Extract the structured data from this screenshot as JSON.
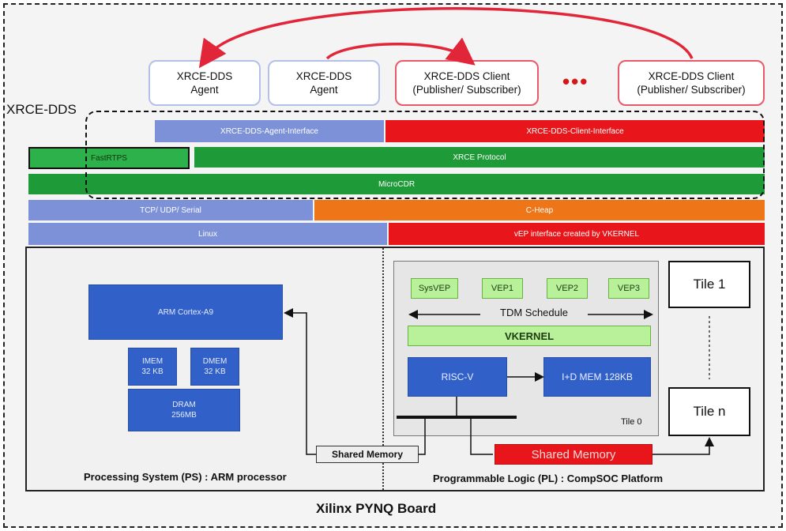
{
  "nodes": {
    "agent1": [
      "XRCE-DDS",
      "Agent"
    ],
    "agent2": [
      "XRCE-DDS",
      "Agent"
    ],
    "client1": [
      "XRCE-DDS Client",
      "(Publisher/ Subscriber)"
    ],
    "ellipsis": "•••",
    "client2": [
      "XRCE-DDS Client",
      "(Publisher/ Subscriber)"
    ]
  },
  "xrce_label": "XRCE-DDS",
  "layers": {
    "agent_interface": "XRCE-DDS-Agent-Interface",
    "client_interface": "XRCE-DDS-Client-Interface",
    "fastrtps": "FastRTPS",
    "xrce_protocol": "XRCE Protocol",
    "microcdr": "MicroCDR",
    "tcp_udp_serial": "TCP/ UDP/ Serial",
    "c_heap": "C-Heap",
    "linux": "Linux",
    "vep_interface": "vEP interface created by VKERNEL"
  },
  "ps": {
    "arm": "ARM Cortex-A9",
    "imem": [
      "IMEM",
      "32 KB"
    ],
    "dmem": [
      "DMEM",
      "32 KB"
    ],
    "dram": [
      "DRAM",
      "256MB"
    ],
    "shared_memory": "Shared Memory",
    "caption": "Processing System (PS) : ARM processor"
  },
  "pl": {
    "veps": [
      "SysVEP",
      "VEP1",
      "VEP2",
      "VEP3"
    ],
    "tdm": "TDM Schedule",
    "vkernel": "VKERNEL",
    "riscv": "RISC-V",
    "mem": "I+D MEM 128KB",
    "tile0": "Tile 0",
    "tile1": "Tile 1",
    "tilen": "Tile n",
    "shared_memory": "Shared Memory",
    "caption": "Programmable Logic (PL) : CompSOC Platform"
  },
  "board_title": "Xilinx PYNQ Board",
  "colors": {
    "agent_blue": "#7d91d8",
    "client_red": "#e8161b",
    "protocol_green": "#1f9a39",
    "heap_orange": "#ee7518",
    "cpu_blue": "#3060c8",
    "vep_green": "#b9f09a",
    "arc_red": "#e2263a"
  }
}
